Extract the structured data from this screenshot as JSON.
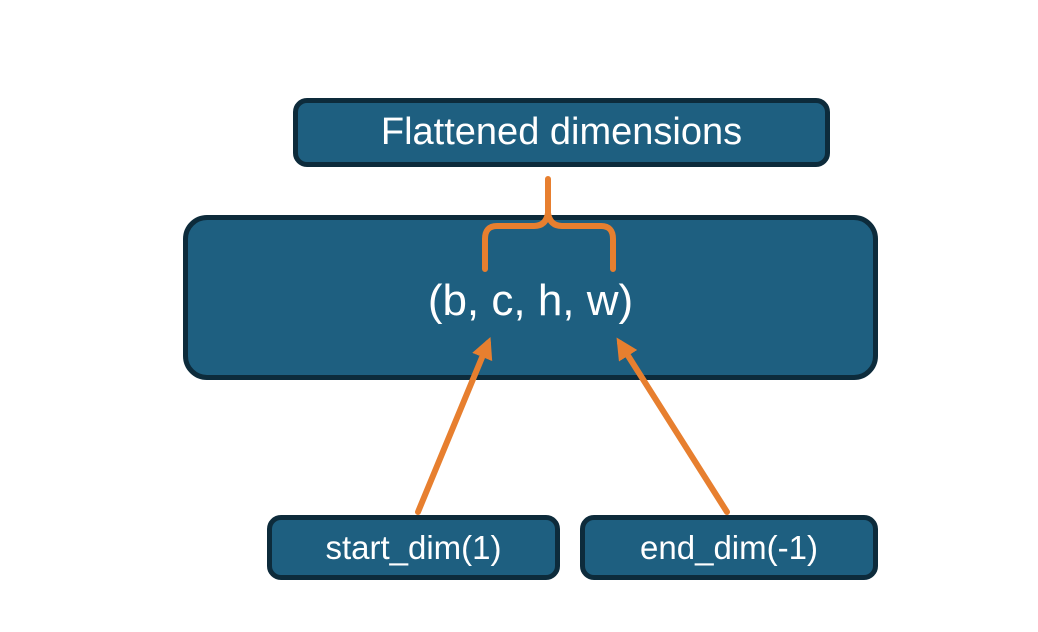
{
  "boxes": {
    "flattened": {
      "label": "Flattened dimensions"
    },
    "tensor": {
      "label": "(b, c, h, w)"
    },
    "start_dim": {
      "label": "start_dim(1)"
    },
    "end_dim": {
      "label": "end_dim(-1)"
    }
  },
  "icons": {
    "brace": "curly-brace-pointing-up",
    "start_arrow": "arrow-pointing-up-right",
    "end_arrow": "arrow-pointing-up-left"
  },
  "colors": {
    "box_fill": "#1E5F80",
    "box_border": "#0D2B3B",
    "accent_orange": "#E77F2F",
    "text": "#FFFFFF",
    "background": "#FFFFFF"
  }
}
